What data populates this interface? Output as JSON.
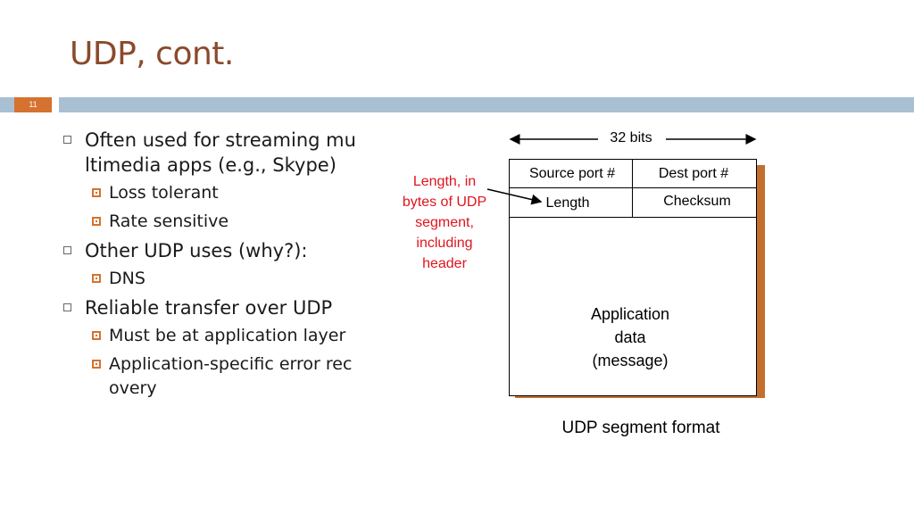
{
  "slide": {
    "title": "UDP, cont.",
    "number": "11"
  },
  "bullets": [
    {
      "text": "Often used for streaming mu ltimedia apps (e.g., Skype)",
      "line1": "Often used for streaming mu",
      "line2": "ltimedia apps (e.g., Skype)",
      "subs": [
        "Loss tolerant",
        "Rate sensitive"
      ]
    },
    {
      "text": "Other UDP uses (why?):",
      "subs": [
        "DNS"
      ]
    },
    {
      "text": "Reliable transfer over UDP",
      "subs": [
        "Must be at application layer",
        "Application-specific error rec overy"
      ],
      "sub2_line1": "Application-specific error rec",
      "sub2_line2": "overy"
    }
  ],
  "diagram": {
    "width_label": "32 bits",
    "source_port": "Source port #",
    "dest_port": "Dest port #",
    "length": "Length",
    "checksum": "Checksum",
    "app_line1": "Application",
    "app_line2": "data",
    "app_line3": "(message)",
    "caption": "UDP segment format",
    "annotation": [
      "Length, in",
      "bytes of UDP",
      "segment,",
      "including",
      "header"
    ]
  },
  "colors": {
    "title": "#8a4a2c",
    "accent": "#d5722f",
    "bar": "#a9bfd2",
    "annotation": "#e0141e",
    "shadow": "#c36f2d"
  }
}
